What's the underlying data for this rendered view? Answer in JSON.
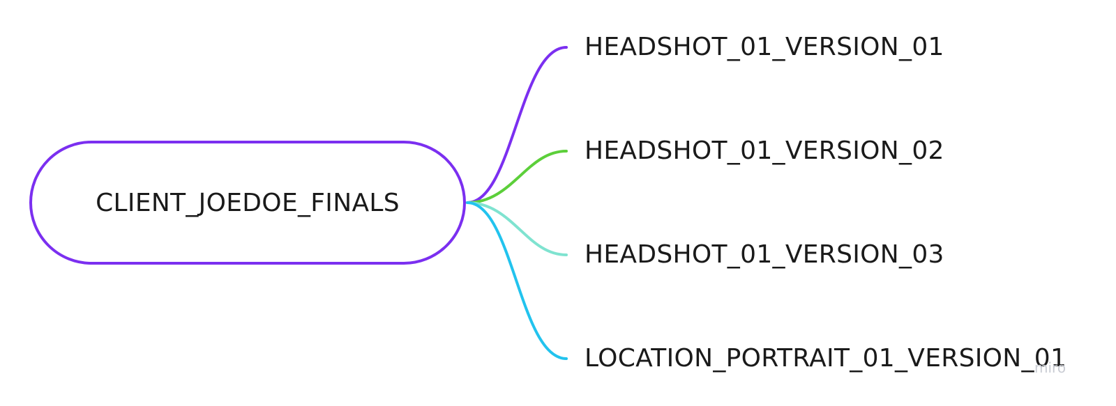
{
  "root": {
    "label": "CLIENT_JOEDOE_FINALS",
    "border_color": "#7b2ff0"
  },
  "children": [
    {
      "label": "HEADSHOT_01_VERSION_01",
      "color": "#7b2ff0"
    },
    {
      "label": "HEADSHOT_01_VERSION_02",
      "color": "#5ccf3a"
    },
    {
      "label": "HEADSHOT_01_VERSION_03",
      "color": "#7fe3d0"
    },
    {
      "label": "LOCATION_PORTRAIT_01_VERSION_01",
      "color": "#22c3ee"
    }
  ],
  "watermark": {
    "text": "miro"
  }
}
